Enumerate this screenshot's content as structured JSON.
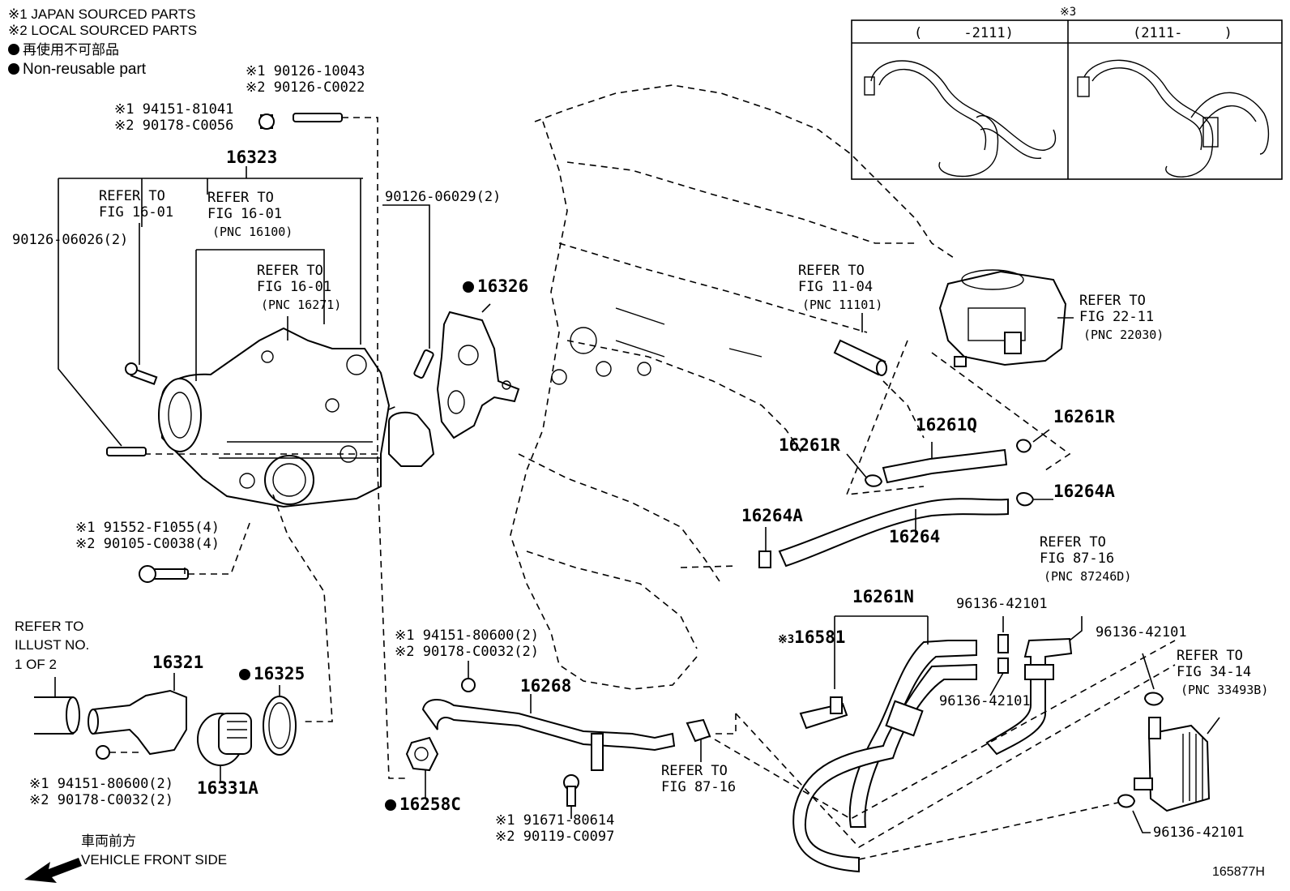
{
  "legend": {
    "japan": "※1 JAPAN SOURCED PARTS",
    "local": "※2 LOCAL SOURCED PARTS",
    "nonreuse_jp": "再使用不可部品",
    "nonreuse_en": "Non-reusable part"
  },
  "inset": {
    "mark": "※3",
    "col1": "(     -2111)",
    "col2": "(2111-     )"
  },
  "labels": {
    "p90126_10043": "※1 90126-10043",
    "p90126_c0022": "※2 90126-C0022",
    "p94151_81041": "※1 94151-81041",
    "p90178_c0056": "※2 90178-C0056",
    "p16323": "16323",
    "refer_fig16_01_a_1": "REFER TO",
    "refer_fig16_01_a_2": "FIG 16-01",
    "refer_fig16_01_b_1": "REFER TO",
    "refer_fig16_01_b_2": "FIG 16-01",
    "refer_fig16_01_b_3": "(PNC 16100)",
    "refer_fig16_01_c_1": "REFER TO",
    "refer_fig16_01_c_2": "FIG 16-01",
    "refer_fig16_01_c_3": "(PNC 16271)",
    "p90126_06026": "90126-06026(2)",
    "p90126_06029": "90126-06029(2)",
    "p16326": "16326",
    "refer_fig11_04_1": "REFER TO",
    "refer_fig11_04_2": "FIG 11-04",
    "refer_fig11_04_3": "(PNC 11101)",
    "refer_fig22_11_1": "REFER TO",
    "refer_fig22_11_2": "FIG 22-11",
    "refer_fig22_11_3": "(PNC 22030)",
    "p16261q": "16261Q",
    "p16261r_left": "16261R",
    "p16261r_right": "16261R",
    "p16264a_right": "16264A",
    "p16264a_left": "16264A",
    "p16264": "16264",
    "refer_fig87_16_a_1": "REFER TO",
    "refer_fig87_16_a_2": "FIG 87-16",
    "refer_fig87_16_a_3": "(PNC 87246D)",
    "p16261n": "16261N",
    "p96136_top": "96136-42101",
    "p96136_right": "96136-42101",
    "p96136_mid": "96136-42101",
    "p96136_bottom": "96136-42101",
    "p16581": "16581",
    "refer_fig34_14_1": "REFER TO",
    "refer_fig34_14_2": "FIG 34-14",
    "refer_fig34_14_3": "(PNC 33493B)",
    "p91552": "※1 91552-F1055(4)",
    "p90105": "※2 90105-C0038(4)",
    "refer_illust_1": "REFER TO",
    "refer_illust_2": "ILLUST NO.",
    "refer_illust_3": "1 OF 2",
    "p16321": "16321",
    "p16325": "16325",
    "p16331a": "16331A",
    "p94151_80600_left": "※1 94151-80600(2)",
    "p90178_c0032_left": "※2 90178-C0032(2)",
    "p94151_80600_mid": "※1 94151-80600(2)",
    "p90178_c0032_mid": "※2 90178-C0032(2)",
    "p16268": "16268",
    "p16258c": "16258C",
    "p91671": "※1 91671-80614",
    "p90119": "※2 90119-C0097",
    "refer_fig87_16_b_1": "REFER TO",
    "refer_fig87_16_b_2": "FIG 87-16",
    "front_jp": "車両前方",
    "front_en": "VEHICLE FRONT SIDE",
    "illustration_no": "165877H"
  }
}
